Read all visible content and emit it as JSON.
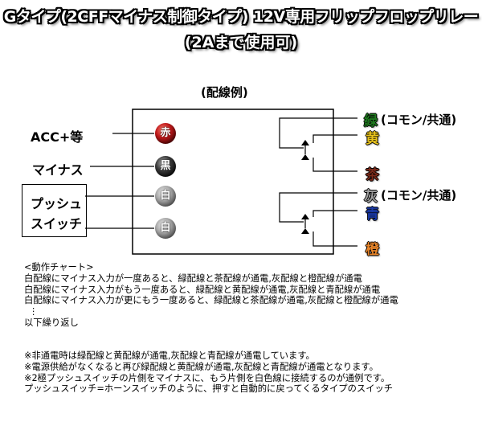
{
  "header": {
    "title": "Gタイプ(2CFFマイナス制御タイプ) 12V専用フリップフロップリレー",
    "subtitle": "(2Aまで使用可)"
  },
  "diagram": {
    "caption": "(配線例)",
    "left_labels": {
      "acc": "ACC+等",
      "minus": "マイナス",
      "push_line1": "プッシュ",
      "push_line2": "スイッチ"
    },
    "connectors": [
      {
        "label": "赤",
        "color": "#c0191a"
      },
      {
        "label": "黒",
        "color": "#3a3a3a"
      },
      {
        "label": "白",
        "color": "#a8a8a8"
      },
      {
        "label": "白",
        "color": "#a8a8a8"
      }
    ],
    "right_wires": {
      "green": {
        "label": "緑",
        "color": "#1f7a1f",
        "note": "(コモン/共通)"
      },
      "yellow": {
        "label": "黄",
        "color": "#e8c21c"
      },
      "brown": {
        "label": "茶",
        "color": "#7a2a1a"
      },
      "gray": {
        "label": "灰",
        "color": "#a0a0a0",
        "note": "(コモン/共通)"
      },
      "blue": {
        "label": "青",
        "color": "#1a3aa8"
      },
      "orange": {
        "label": "橙",
        "color": "#e8852a"
      }
    }
  },
  "operation": {
    "heading": "<動作チャート>",
    "lines": [
      "白配線にマイナス入力が一度あると、緑配線と茶配線が通電,灰配線と橙配線が通電",
      "白配線にマイナス入力がもう一度あると、緑配線と黄配線が通電,灰配線と青配線が通電",
      "白配線にマイナス入力が更にもう一度あると、緑配線と茶配線が通電,灰配線と橙配線が通電"
    ],
    "ellipsis": "⋮",
    "repeat": "以下繰り返し"
  },
  "notes": [
    "※非通電時は緑配線と黄配線が通電,灰配線と青配線が通電しています。",
    "※電源供給がなくなると再び緑配線と黄配線が通電,灰配線と青配線が通電となります。",
    "※2極プッシュスイッチの片側をマイナスに、もう片側を白色線に接続するのが通例です。",
    "プッシュスイッチ=ホーンスイッチのように、押すと自動的に戻ってくるタイプのスイッチ"
  ]
}
